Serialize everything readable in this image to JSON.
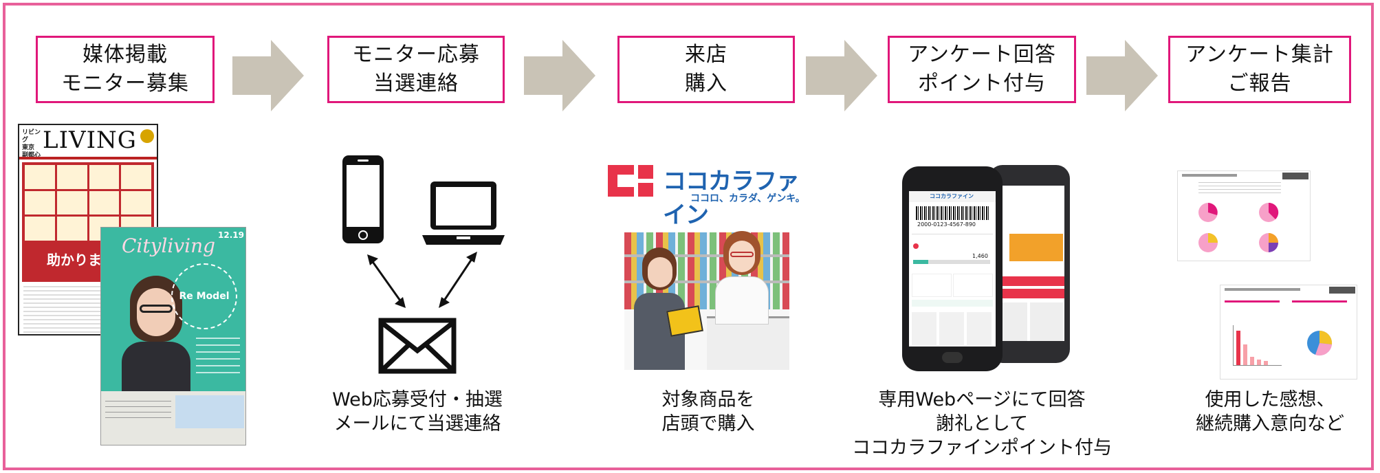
{
  "steps": [
    {
      "line1": "媒体掲載",
      "line2": "モニター募集"
    },
    {
      "line1": "モニター応募",
      "line2": "当選連絡"
    },
    {
      "line1": "来店",
      "line2": "購入"
    },
    {
      "line1": "アンケート回答",
      "line2": "ポイント付与"
    },
    {
      "line1": "アンケート集計",
      "line2": "ご報告"
    }
  ],
  "captions": {
    "step2": [
      "Web応募受付・抽選",
      "メールにて当選連絡"
    ],
    "step3": [
      "対象商品を",
      "店頭で購入"
    ],
    "step4": [
      "専用Webページにて回答",
      "謝礼として",
      "ココカラファインポイント付与"
    ],
    "step5": [
      "使用した感想、",
      "継続購入意向など"
    ]
  },
  "magazines": {
    "living_title": "LIVING",
    "living_area": [
      "リビング",
      "東京",
      "副都心"
    ],
    "living_banner": "助かりました",
    "cityliving_title": "Cityliving",
    "cityliving_date": "12.19",
    "cityliving_badge": "Re Model"
  },
  "store": {
    "brand_name": "ココカラファイン",
    "brand_tagline": "ココロ、カラダ、ゲンキ。"
  },
  "phone": {
    "barcode_number": "2000-0123-4567-890",
    "point_label": "1,460"
  },
  "colors": {
    "accent_pink": "#e0177a",
    "frame_pink": "#e8609a",
    "arrow_gray": "#c9c3b6",
    "brand_blue": "#1f63b0",
    "brand_red": "#e8334a"
  }
}
